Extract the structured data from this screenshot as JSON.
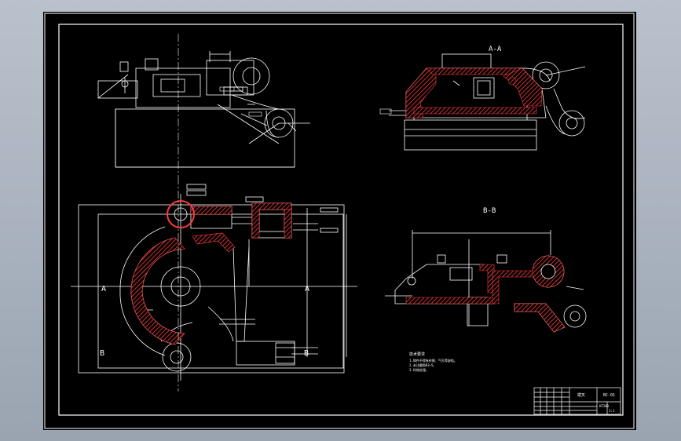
{
  "drawing": {
    "colors": {
      "background": "#000000",
      "line": "#ffffff",
      "hatch": "#ff3b3b",
      "centerline": "#ffffff",
      "desktop": "#a7b0bc"
    },
    "views": {
      "section_aa": {
        "label": "A-A"
      },
      "section_bb": {
        "label": "B-B"
      },
      "front_view": {
        "cut_a": "A",
        "cut_b": "B"
      }
    },
    "notes": {
      "heading": "技术要求",
      "line1": "1.铸件不得有砂眼、气孔等缺陷。",
      "line2": "2.未注圆角R3~5。",
      "line3": "3.时效处理。"
    },
    "title_block": {
      "part_name": "拨叉",
      "drawing_no": "BC-01",
      "material": "HT200",
      "scale": "1:1"
    }
  }
}
